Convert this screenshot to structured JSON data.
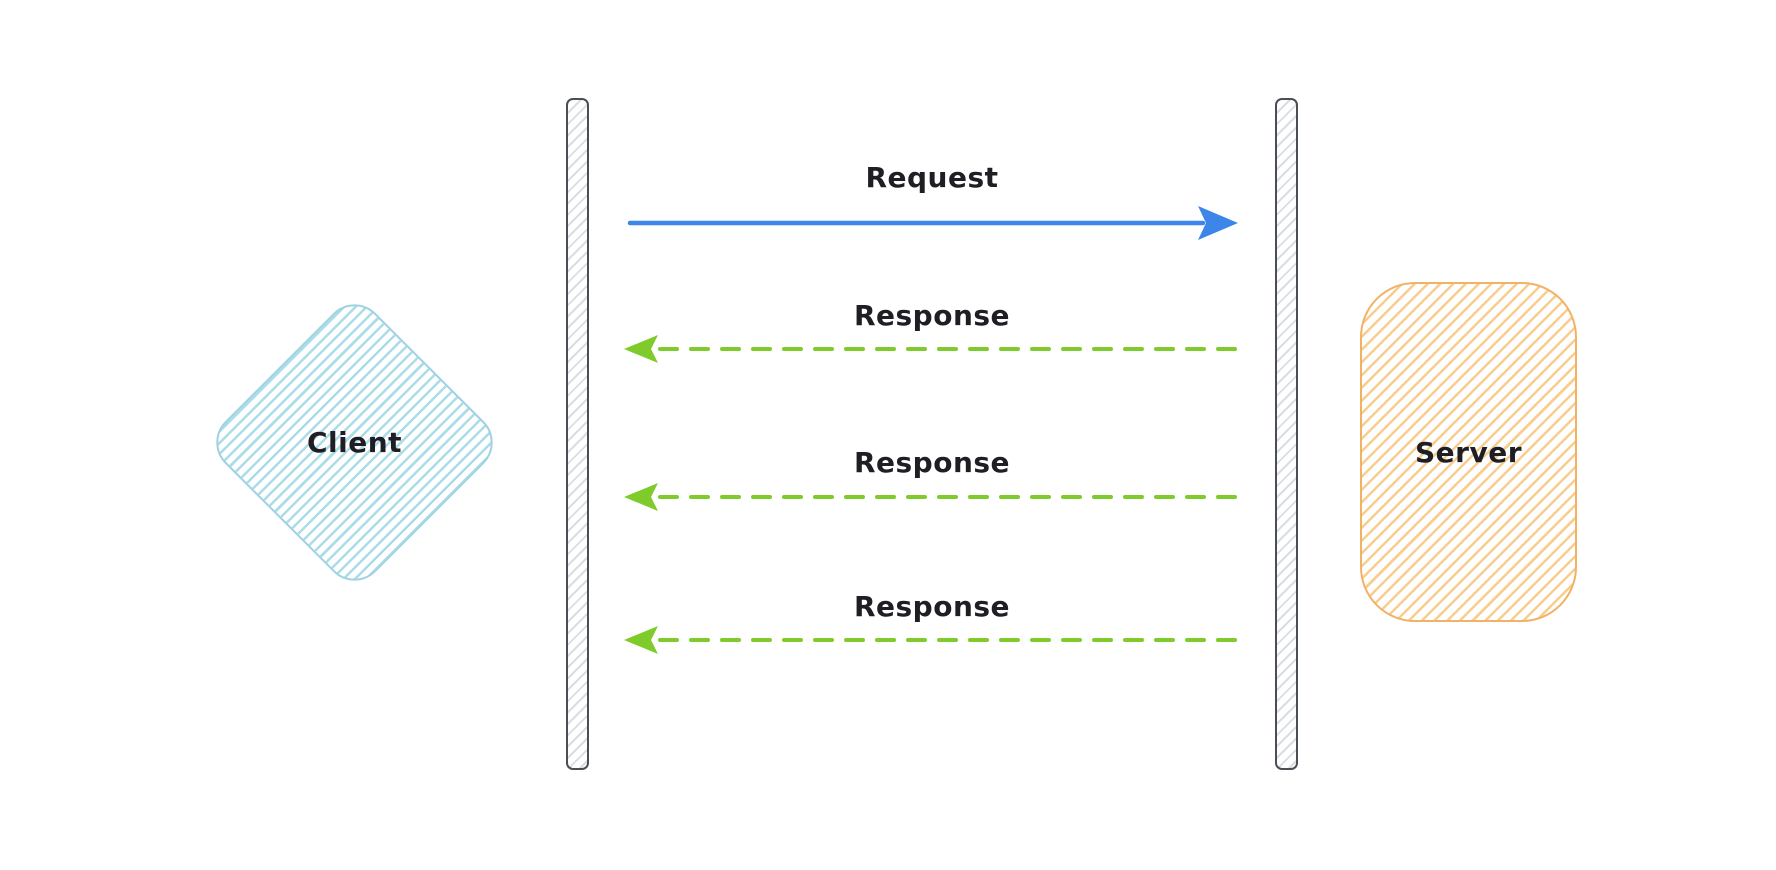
{
  "diagram_type": "sequence-diagram",
  "nodes": {
    "client": {
      "label": "Client",
      "shape": "diamond"
    },
    "server": {
      "label": "Server",
      "shape": "rounded-rectangle"
    }
  },
  "lifelines": [
    {
      "name": "client-lifeline"
    },
    {
      "name": "server-lifeline"
    }
  ],
  "messages": [
    {
      "label": "Request",
      "style": "solid",
      "direction": "right"
    },
    {
      "label": "Response",
      "style": "dashed",
      "direction": "left"
    },
    {
      "label": "Response",
      "style": "dashed",
      "direction": "left"
    },
    {
      "label": "Response",
      "style": "dashed",
      "direction": "left"
    }
  ],
  "colors": {
    "canvas_bg": "#ffffff",
    "request_arrow": "#3b86e8",
    "response_arrow": "#7fcb2b",
    "client_stroke": "#9fd2e2",
    "client_fill_hatch": "#aadcea",
    "server_stroke": "#f2b265",
    "server_fill_hatch": "#f9cd8d",
    "lifeline_stroke": "#494f54",
    "lifeline_hatch": "#dadee2",
    "text": "#1e1e24"
  }
}
